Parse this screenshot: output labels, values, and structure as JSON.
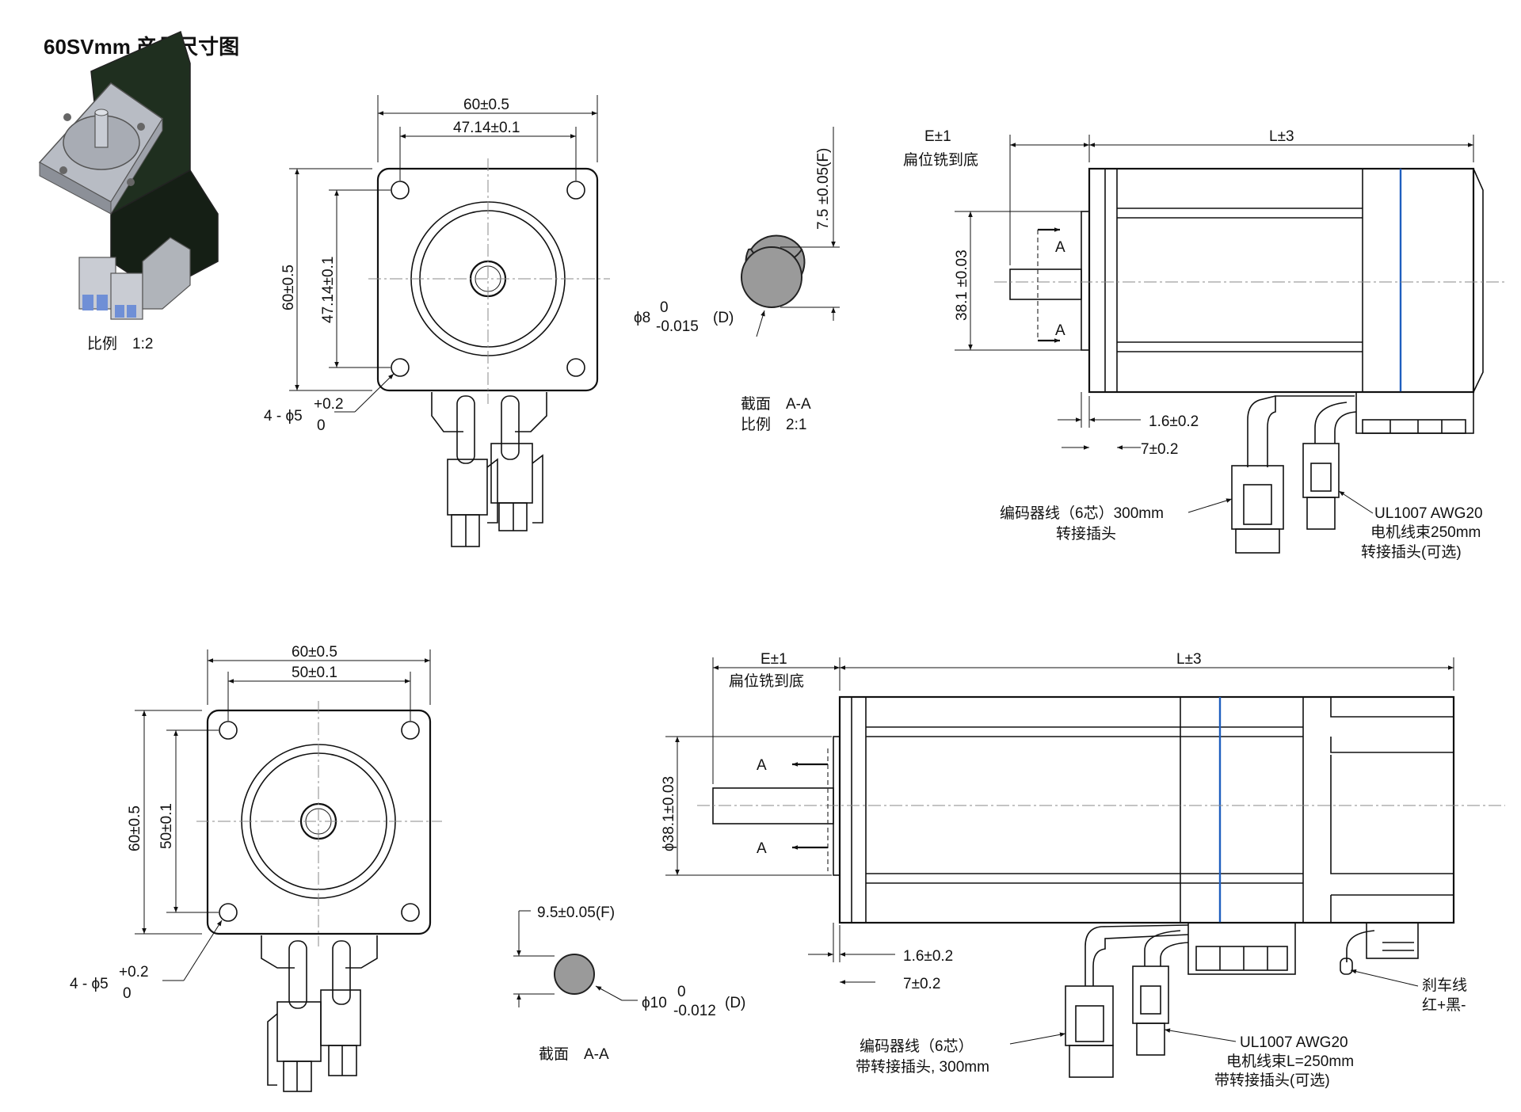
{
  "title": "60SVmm 产品尺寸图",
  "scale_labels": {
    "view_3d_scale": "比例　1:2",
    "section_a_title": "截面　A-A",
    "section_a_scale": "比例　2:1",
    "section_b_title": "截面　A-A"
  },
  "top_front": {
    "outer_width": "60±0.5",
    "hole_spacing_h": "47.14±0.1",
    "outer_height": "60±0.5",
    "hole_spacing_v": "47.14±0.1",
    "holes_prefix": "4 - ϕ5",
    "holes_tol_up": "+0.2",
    "holes_tol_down": "0"
  },
  "top_section": {
    "flat_dim": "7.5 ±0.05(F)",
    "dia_prefix": "ϕ8",
    "dia_tol_up": "0",
    "dia_tol_down": "-0.015",
    "dia_suffix": "(D)"
  },
  "top_side": {
    "e_dim": "E±1",
    "e_note": "扁位铣到底",
    "l_dim": "L±3",
    "pilot_dia": "38.1 ±0.03",
    "section_mark": "A",
    "flange_thk": "1.6±0.2",
    "flange_7": "7±0.2",
    "encoder_line1": "编码器线（6芯）300mm",
    "encoder_line2": "转接插头",
    "motor_line1": "UL1007  AWG20",
    "motor_line2": "电机线束250mm",
    "motor_line3": "转接插头(可选)"
  },
  "bottom_front": {
    "outer_width": "60±0.5",
    "hole_spacing_h": "50±0.1",
    "outer_height": "60±0.5",
    "hole_spacing_v": "50±0.1",
    "holes_prefix": "4 - ϕ5",
    "holes_tol_up": "+0.2",
    "holes_tol_down": "0"
  },
  "bottom_section": {
    "flat_dim": "9.5±0.05(F)",
    "dia_prefix": "ϕ10",
    "dia_tol_up": "0",
    "dia_tol_down": "-0.012",
    "dia_suffix": "(D)"
  },
  "bottom_side": {
    "e_dim": "E±1",
    "e_note": "扁位铣到底",
    "l_dim": "L±3",
    "pilot_dia": "ϕ38.1±0.03",
    "section_mark": "A",
    "flange_thk": "1.6±0.2",
    "flange_7": "7±0.2",
    "brake_line1": "刹车线",
    "brake_line2": "红+黑-",
    "encoder_line1": "编码器线（6芯）",
    "encoder_line2": "带转接插头, 300mm",
    "motor_line1": "UL1007  AWG20",
    "motor_line2": "电机线束L=250mm",
    "motor_line3": "带转接插头(可选)"
  }
}
